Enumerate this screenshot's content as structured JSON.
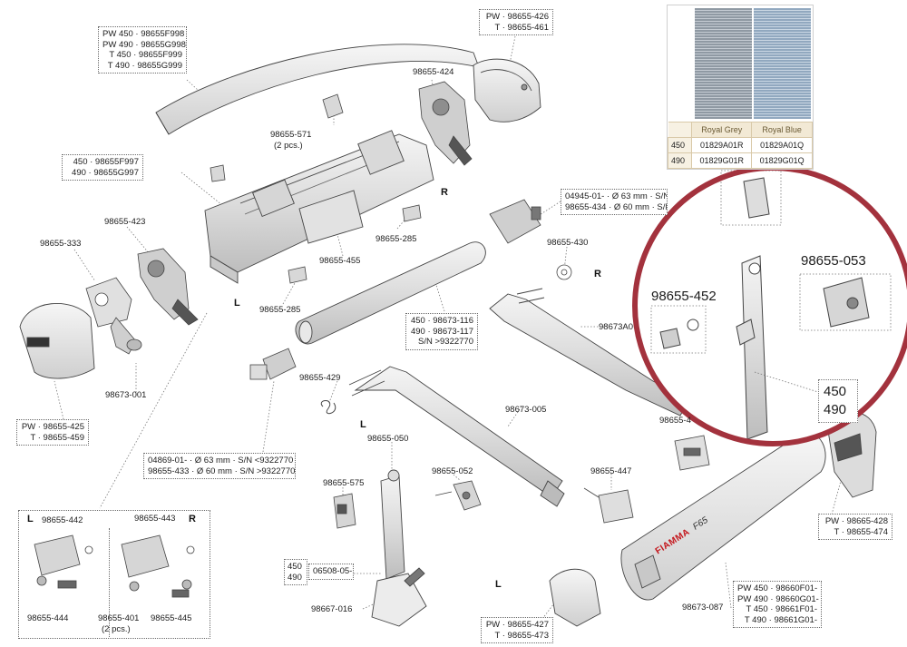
{
  "labels": {
    "front_cover_box": [
      "PW 450 · 98655F998",
      "PW 490 · 98655G998",
      "T 450 · 98655F999",
      "T 490 · 98655G999"
    ],
    "p_426_box": [
      "PW · 98655-426",
      "T · 98655-461"
    ],
    "p_424": "98655-424",
    "p_571": "98655-571",
    "p_571_qty": "(2 pcs.)",
    "profile_box": [
      "450 · 98655F997",
      "490 · 98655G997"
    ],
    "p_423": "98655-423",
    "p_333": "98655-333",
    "p_285a": "98655-285",
    "p_455": "98655-455",
    "p_285b": "98655-285",
    "p_434_box": [
      "04945-01- · Ø 63 mm · S/N <9322770",
      "98655-434 · Ø 60 mm · S/N >932"
    ],
    "p_430": "98655-430",
    "roller_box": [
      "450 · 98673-116",
      "490 · 98673-117",
      "S/N >9322770"
    ],
    "p_673a": "98673A0",
    "p_001": "98673-001",
    "p_425_box": [
      "PW · 98655-425",
      "T · 98655-459"
    ],
    "p_429": "98655-429",
    "p_433_box": [
      "04869-01- · Ø 63 mm · S/N <9322770",
      "98655-433 · Ø 60 mm · S/N >9322770"
    ],
    "p_005": "98673-005",
    "p_050": "98655-050",
    "p_575": "98655-575",
    "p_052": "98655-052",
    "p_447": "98655-447",
    "p_44x": "98655-4",
    "p_442": "98655-442",
    "p_443": "98655-443",
    "p_444": "98655-444",
    "p_401": "98655-401",
    "p_401_qty": "(2 pcs.)",
    "p_445": "98655-445",
    "leg_box_keys": [
      "450",
      "490"
    ],
    "leg_box_value": "06508-05-",
    "p_016": "98667-016",
    "p_428_box": [
      "PW · 98665-428",
      "T · 98655-474"
    ],
    "p_427_box": [
      "PW · 98655-427",
      "T · 98655-473"
    ],
    "p_087": "98673-087",
    "front_box": [
      "PW 450 · 98660F01-",
      "PW 490 · 98660G01-",
      "T 450 · 98661F01-",
      "T 490 · 98661G01-"
    ],
    "brand": "FIAMMA",
    "model": "F65"
  },
  "sides": {
    "l1": "L",
    "r1": "R",
    "r2": "R",
    "l2": "L",
    "l3": "L",
    "lg": "L",
    "rg": "R"
  },
  "swatch": {
    "headers": [
      "Royal Grey",
      "Royal Blue"
    ],
    "rows": [
      {
        "size": "450",
        "grey": "01829A01R",
        "blue": "01829A01Q"
      },
      {
        "size": "490",
        "grey": "01829G01R",
        "blue": "01829G01Q"
      }
    ],
    "colors": {
      "grey": "#8b96a0",
      "blue": "#8ea5bd",
      "header_bg": "#f2e9d5"
    }
  },
  "zoom": {
    "p_053": "98655-053",
    "p_452": "98655-452",
    "sizes": [
      "450",
      "490"
    ],
    "ring_color": "#a3323d"
  }
}
